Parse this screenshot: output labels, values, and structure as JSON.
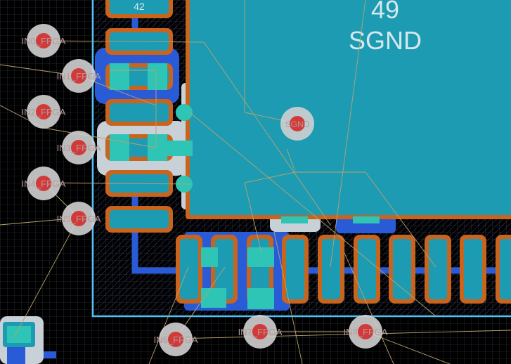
{
  "canvas": {
    "background": "#000000",
    "grid_color": "#3a3f52",
    "board_edge_color": "#4fc3f7",
    "copper_bottom_color": "#2a5bd7",
    "copper_top_color": "#1d9bb3",
    "pad_outline_color": "#c8641e",
    "via_color": "#d0d0d0",
    "via_hole_color": "#d23a3a",
    "ratsnest_color": "#b9a36b",
    "teal_highlight": "#2ec4b6"
  },
  "component": {
    "pin_label": "42",
    "exposed_pad": {
      "number": "49",
      "net": "SGND"
    },
    "center_via_label": "SGND"
  },
  "vias": [
    {
      "label": "IN0_FPGA"
    },
    {
      "label": "IN1_FPGA"
    },
    {
      "label": "IN2_FPGA"
    },
    {
      "label": "IN3_FPGA"
    },
    {
      "label": "IN4_FPGA"
    },
    {
      "label": "IN5_FPGA"
    },
    {
      "label": "IN6_FPGA"
    },
    {
      "label": "IN7_FPGA"
    },
    {
      "label": "IN8_FPGA"
    }
  ]
}
